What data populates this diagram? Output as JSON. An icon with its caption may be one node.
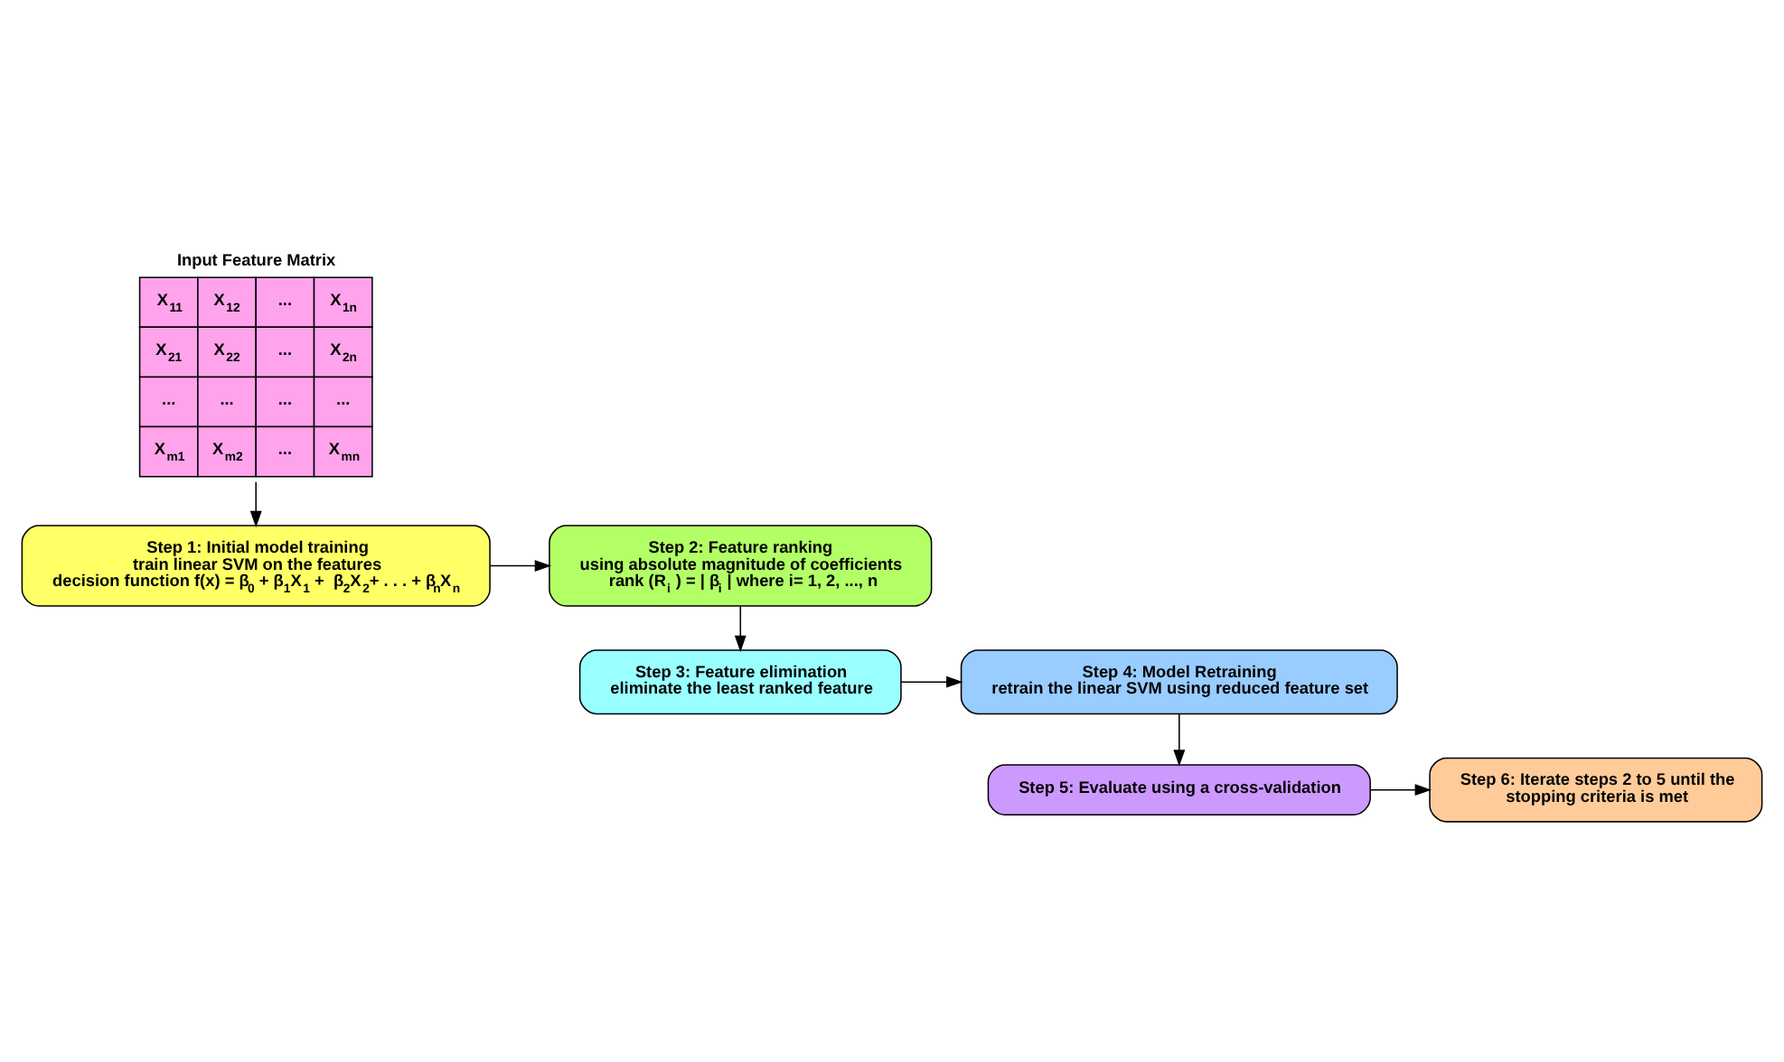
{
  "diagram": {
    "nodes": [
      {
        "text": [
          "Input Feature Matrix",
          "X$_{11}$",
          "X$_{12}$",
          "...",
          "X$_{1n}$",
          "X$_{21}$",
          "X$_{22}$",
          "...",
          "X$_{2n}$",
          "...",
          "...",
          "...",
          "...",
          "X$_{m1}$",
          "X$_{m2}$",
          "...",
          "X$_{mn}$"
        ]
      },
      {
        "text": [
          "Step 1: Initial model training",
          "train linear SVM on the features",
          "decision function f(x) = β$_{0}$ + β$_{1}$X$_{1}$ +  β$_{2}$X$_{2}$+ . . . + β$_{n}$X$_{n}$"
        ]
      },
      {
        "text": [
          "Step 2: Feature ranking",
          "using absolute magnitude of coefficients",
          "rank (R$_{i}$ ) = | β$_{i}$ | where i= 1, 2, ..., n"
        ]
      },
      {
        "text": [
          "Step 3: Feature elimination",
          "eliminate the least ranked feature"
        ]
      },
      {
        "text": [
          "Step 4: Model Retraining",
          "retrain the linear SVM using reduced feature set"
        ]
      },
      {
        "text": [
          "Step 5: Evaluate using a cross-validation"
        ]
      },
      {
        "text": [
          "Step 6: Iterate steps 2 to 5 until the",
          "stopping criteria is met"
        ]
      }
    ],
    "edges": [
      {
        "from": 0,
        "to": 1,
        "arrow": "to"
      },
      {
        "from": 1,
        "to": 2,
        "arrow": "to"
      },
      {
        "from": 2,
        "to": 3,
        "arrow": "to"
      },
      {
        "from": 3,
        "to": 4,
        "arrow": "to"
      },
      {
        "from": 4,
        "to": 5,
        "arrow": "to"
      },
      {
        "from": 5,
        "to": 6,
        "arrow": "to"
      }
    ]
  }
}
